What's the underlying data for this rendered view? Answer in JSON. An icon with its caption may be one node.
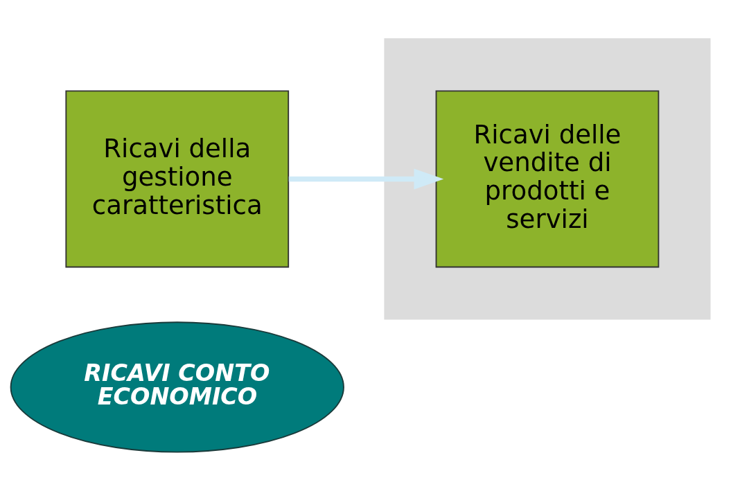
{
  "diagram": {
    "nodes": [
      {
        "text": [
          "RICAVI CONTO ECONOMICO"
        ]
      },
      {
        "text": [
          "Ricavi della gestione caratteristica"
        ]
      },
      {
        "text": [],
        "shape": "box"
      },
      {
        "text": [
          "Ricavi delle vendite di prodotti e servizi"
        ],
        "in": 2
      }
    ],
    "edges": [
      {
        "from": 1,
        "to": 3,
        "arrow": "to",
        "color": "#cfeaf7"
      }
    ]
  }
}
